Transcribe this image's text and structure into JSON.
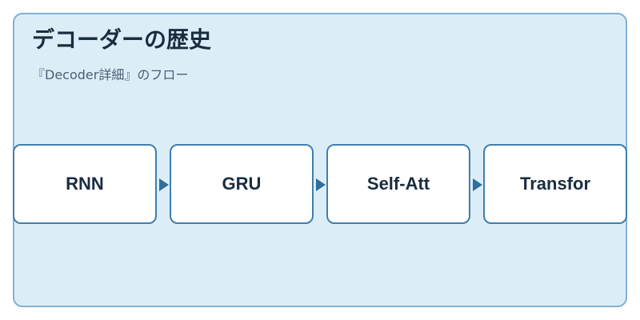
{
  "diagram": {
    "title": "デコーダーの歴史",
    "subtitle": "『Decoder詳細』のフロー",
    "nodes": [
      {
        "label": "RNN"
      },
      {
        "label": "GRU"
      },
      {
        "label": "Self-Att"
      },
      {
        "label": "Transfor"
      }
    ]
  },
  "colors": {
    "panel_bg": "#ddedf8",
    "panel_border": "#7fb1d6",
    "node_border": "#3f7fad",
    "arrow": "#2e6f9c",
    "title_text": "#1a2d40"
  }
}
